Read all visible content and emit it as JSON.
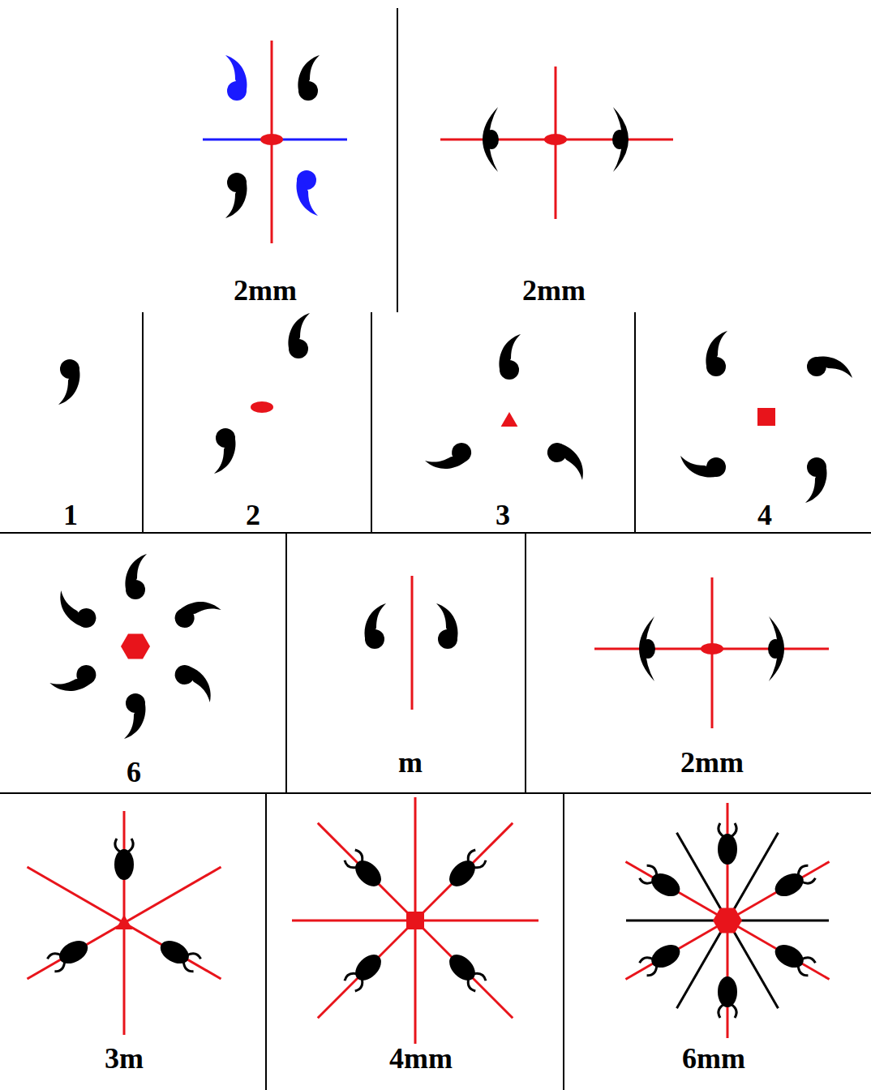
{
  "diagram": {
    "labels": [
      "2mm",
      "2mm",
      "1",
      "2",
      "3",
      "4",
      "6",
      "m",
      "2mm",
      "3m",
      "4mm",
      "6mm"
    ]
  }
}
